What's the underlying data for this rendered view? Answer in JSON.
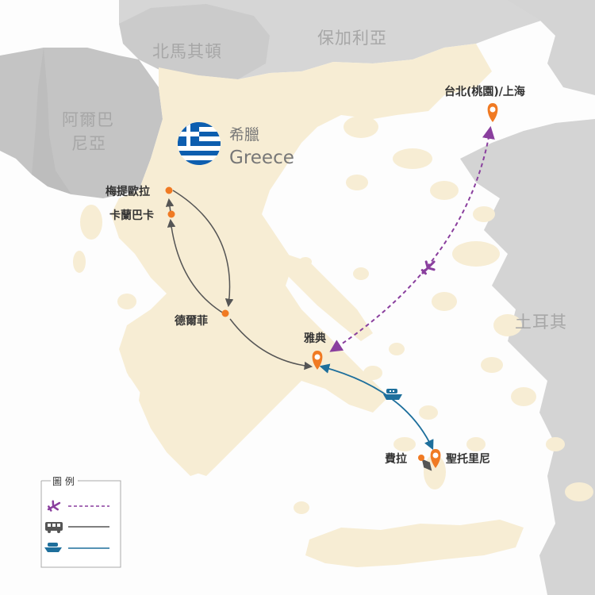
{
  "countries": {
    "north_macedonia": "北馬其頓",
    "bulgaria": "保加利亞",
    "albania_line1": "阿爾巴",
    "albania_line2": "尼亞",
    "turkey": "土耳其",
    "greece_zh": "希臘",
    "greece_en": "Greece"
  },
  "cities": {
    "taipei_shanghai": "台北(桃園)/上海",
    "meteora": "梅提歐拉",
    "kalambaka": "卡蘭巴卡",
    "delphi": "德爾菲",
    "athens": "雅典",
    "fira": "費拉",
    "santorini": "聖托里尼"
  },
  "legend": {
    "title": "圖 例",
    "items": [
      {
        "icon": "airplane-icon",
        "line": "dashed",
        "color": "#8a3f9e"
      },
      {
        "icon": "bus-icon",
        "line": "solid",
        "color": "#555555"
      },
      {
        "icon": "ship-icon",
        "line": "solid",
        "color": "#1e6f9c"
      }
    ]
  },
  "colors": {
    "land_greece": "#f7edd4",
    "land_neighbors": "#d4d4d4",
    "sea": "#fdfdfd",
    "flight": "#8a3f9e",
    "bus": "#555555",
    "ferry": "#1e6f9c",
    "pin": "#f07a23"
  }
}
